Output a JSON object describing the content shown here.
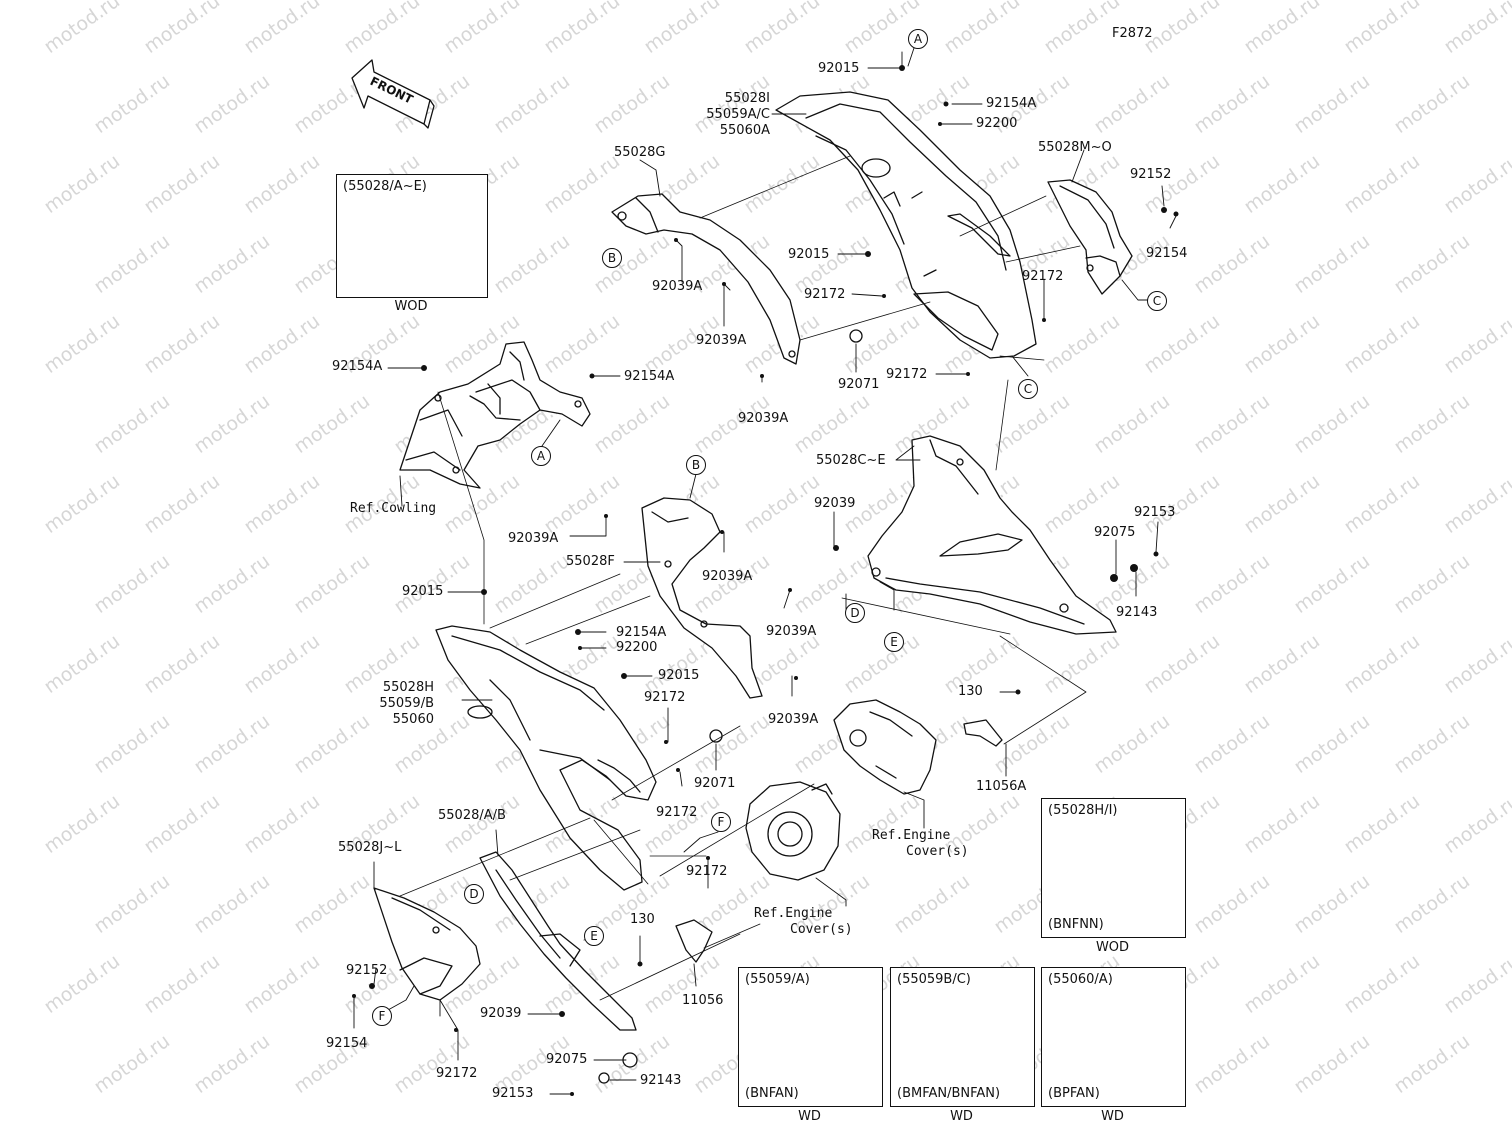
{
  "figure_code": "F2872",
  "front_arrow": "FRONT",
  "watermark": "motod.ru",
  "labels": {
    "p92015_a": "92015",
    "p55028i": "55028I",
    "p55059ac": "55059A/C",
    "p55060a": "55060A",
    "p92154a_top": "92154A",
    "p92200_top": "92200",
    "p55028g": "55028G",
    "p55028mo": "55028M~O",
    "p92152_top": "92152",
    "p92154_top": "92154",
    "p92015_mid": "92015",
    "p92039a_1": "92039A",
    "p92039a_2": "92039A",
    "p92039a_3": "92039A",
    "p92172_a": "92172",
    "p92172_b": "92172",
    "p92172_c": "92172",
    "p92071_top": "92071",
    "p92154a_left": "92154A",
    "p92154a_left2": "92154A",
    "ref_cowling": "Ref.Cowling",
    "p55028ce": "55028C~E",
    "p92039_right": "92039",
    "p92153_right": "92153",
    "p92075_right": "92075",
    "p92143_right": "92143",
    "p92039a_4": "92039A",
    "p55028f": "55028F",
    "p92039a_5": "92039A",
    "p92039a_6": "92039A",
    "p92039a_7": "92039A",
    "p92015_left": "92015",
    "p92154a_mid": "92154A",
    "p92200_mid": "92200",
    "p92015_mid2": "92015",
    "p55028h": "55028H",
    "p55059b": "55059/B",
    "p55060": "55060",
    "p92172_d": "92172",
    "p92071_bottom": "92071",
    "p92172_e": "92172",
    "p130_top": "130",
    "p11056a": "11056A",
    "ref_engine_1a": "Ref.Engine",
    "ref_engine_1b": "Cover(s)",
    "p55028ab": "55028/A/B",
    "p55028jl": "55028J~L",
    "p92172_f": "92172",
    "ref_engine_2a": "Ref.Engine",
    "ref_engine_2b": "Cover(s)",
    "p130_bottom": "130",
    "p11056": "11056",
    "p92152_left": "92152",
    "p92039_bottom": "92039",
    "p92154_left": "92154",
    "p92172_g": "92172",
    "p92075_bottom": "92075",
    "p92143_bottom": "92143",
    "p92153_bottom": "92153"
  },
  "refs": {
    "a_top": "A",
    "b_top": "B",
    "c_right": "C",
    "c_mid": "C",
    "a_left": "A",
    "b_mid": "B",
    "d_right": "D",
    "e_right": "E",
    "f_mid": "F",
    "d_left": "D",
    "e_left": "E",
    "f_left": "F"
  },
  "insets": {
    "ae": {
      "caption": "(55028/A~E)",
      "below": "WOD"
    },
    "hi": {
      "caption": "(55028H/I)",
      "code": "(BNFNN)",
      "below": "WOD"
    },
    "s59a": {
      "caption": "(55059/A)",
      "code": "(BNFAN)",
      "below": "WD"
    },
    "s59bc": {
      "caption": "(55059B/C)",
      "code": "(BMFAN/BNFAN)",
      "below": "WD"
    },
    "s60a": {
      "caption": "(55060/A)",
      "code": "(BPFAN)",
      "below": "WD"
    }
  }
}
